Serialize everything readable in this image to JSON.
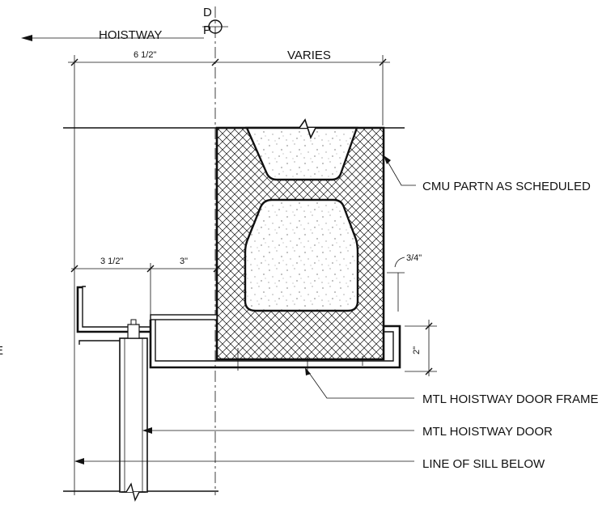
{
  "labels": {
    "hoistway": "HOISTWAY",
    "dp_d": "D",
    "dp_p": "P",
    "varies": "VARIES",
    "dim_6_1_2": "6 1/2\"",
    "dim_3_1_2": "3 1/2\"",
    "dim_3": "3\"",
    "dim_3_4": "3/4\"",
    "dim_2": "2\"",
    "cmu": "CMU PARTN AS SCHEDULED",
    "frame": "MTL HOISTWAY DOOR FRAME",
    "door": "MTL HOISTWAY DOOR",
    "sill": "LINE OF SILL BELOW",
    "edge_letter": "E"
  },
  "colors": {
    "line": "#111111",
    "background": "#ffffff"
  },
  "icons": {
    "centerline": "centerline-symbol-icon",
    "break": "break-line-icon"
  }
}
